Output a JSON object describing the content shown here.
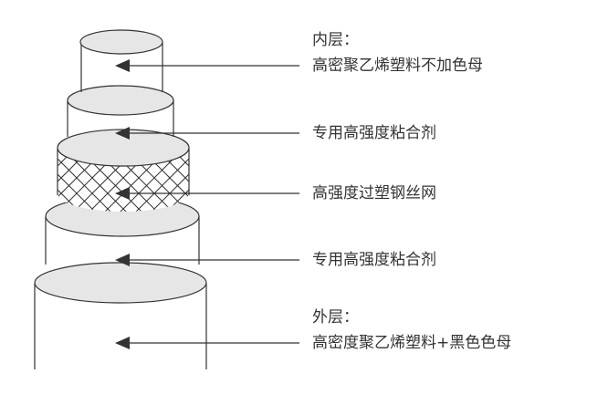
{
  "layers": [
    {
      "title": "内层：",
      "desc": "高密聚乙烯塑料不加色母"
    },
    {
      "title": "",
      "desc": "专用高强度粘合剂"
    },
    {
      "title": "",
      "desc": "高强度过塑钢丝网"
    },
    {
      "title": "",
      "desc": "专用高强度粘合剂"
    },
    {
      "title": "外层：",
      "desc": "高密度聚乙烯塑料+黑色色母"
    }
  ],
  "colors": {
    "line": "#333333",
    "fill": "#e6e6e6",
    "background": "#ffffff"
  }
}
